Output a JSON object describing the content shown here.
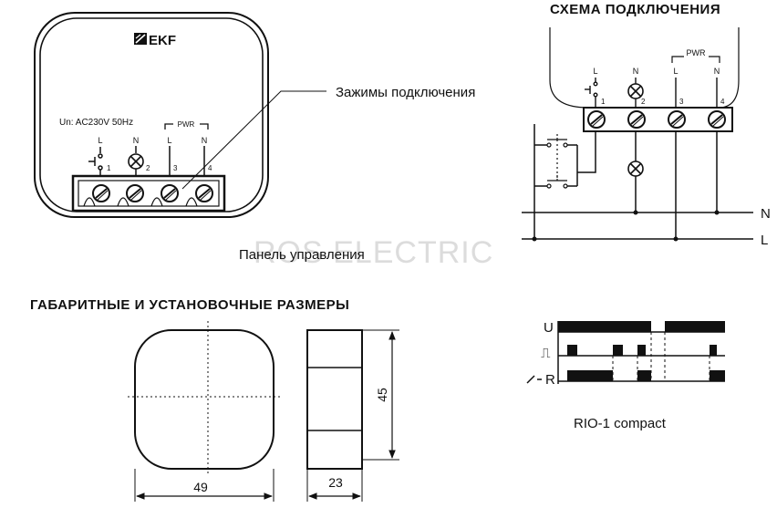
{
  "panel": {
    "brand": "EKF",
    "rating": "Un: AC230V  50Hz",
    "pwr": "PWR",
    "term": [
      "L",
      "N",
      "L",
      "N"
    ],
    "num": [
      "1",
      "2",
      "3",
      "4"
    ],
    "callout": "Зажимы подключения",
    "caption": "Панель управления"
  },
  "schema": {
    "title": "СХЕМА ПОДКЛЮЧЕНИЯ",
    "pwr": "PWR",
    "term": [
      "L",
      "N",
      "L",
      "N"
    ],
    "num": [
      "1",
      "2",
      "3",
      "4"
    ],
    "bus_n": "N",
    "bus_l": "L"
  },
  "watermark": "ROS ELECTRIC",
  "dims": {
    "title": "ГАБАРИТНЫЕ И УСТАНОВОЧНЫЕ РАЗМЕРЫ",
    "width": "49",
    "depth": "23",
    "height": "45"
  },
  "timing": {
    "u": "U",
    "pulse": "⎍",
    "r": "R",
    "model": "RIO-1 compact"
  }
}
